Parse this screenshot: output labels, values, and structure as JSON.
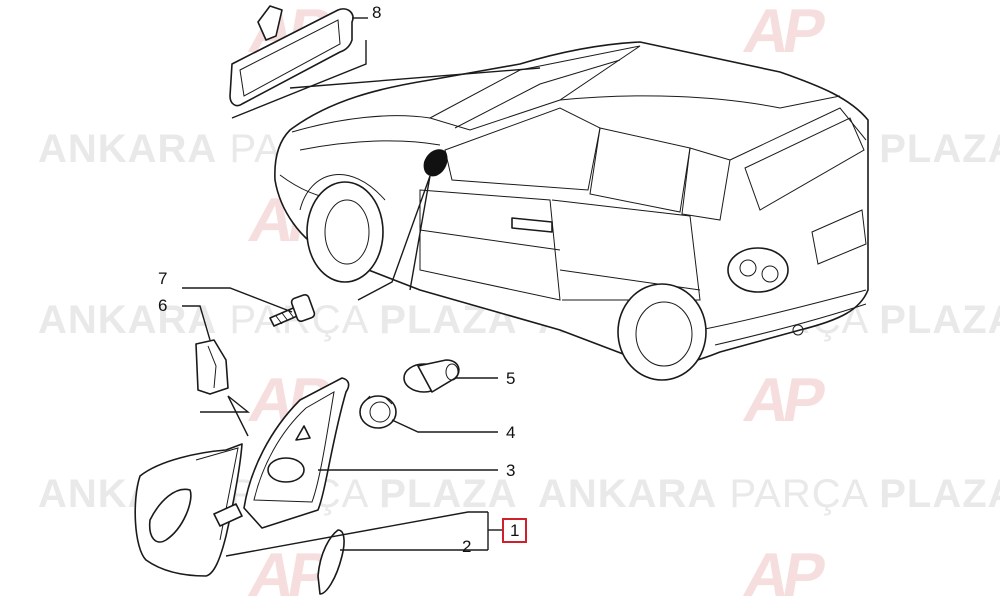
{
  "watermark": {
    "word1": "ANKARA",
    "word2": "PARÇA",
    "word3": "PLAZA",
    "logo": "AP",
    "color": "#e9e9e9",
    "logo_color": "#f6dede"
  },
  "callouts": [
    {
      "id": "8",
      "label": "8"
    },
    {
      "id": "7",
      "label": "7"
    },
    {
      "id": "6",
      "label": "6"
    },
    {
      "id": "5",
      "label": "5"
    },
    {
      "id": "4",
      "label": "4"
    },
    {
      "id": "3",
      "label": "3"
    },
    {
      "id": "2",
      "label": "2"
    },
    {
      "id": "1",
      "label": "1",
      "highlight_color": "#d0202a"
    }
  ]
}
